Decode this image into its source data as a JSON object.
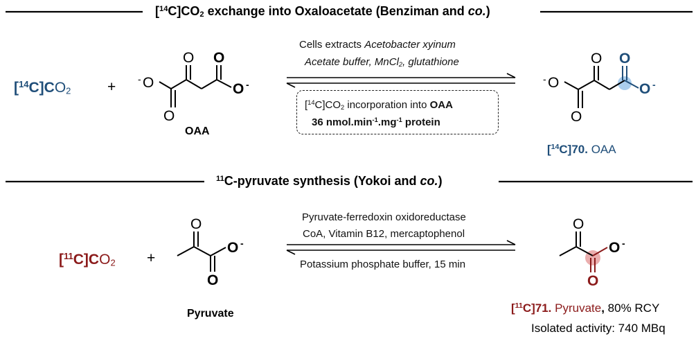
{
  "colors": {
    "label_blue": "#1f4e79",
    "label_red": "#8b1a1a",
    "highlight_blue": "#9cc6ea",
    "highlight_red": "#e8a0a0"
  },
  "section1": {
    "title_iso": "14",
    "title_pre": "[",
    "title_c": "C]CO",
    "title_sub": "2",
    "title_rest": " exchange into Oxaloacetate (Benziman and ",
    "title_co": "co.",
    "title_close": ")",
    "reactant_iso": "14",
    "reactant_bracket": "[",
    "reactant_c": "C]C",
    "reactant_o": "O",
    "reactant_sub": "2",
    "plus": "+",
    "reactant2_name": "OAA",
    "cond1_pre": "Cells extracts ",
    "cond1_organism": "Acetobacter xyinum",
    "cond2_pre": "Acetate buffer, MnCl",
    "cond2_sub": "2",
    "cond2_post": ", glutathione",
    "box_line1_bracket": "[",
    "box_line1_iso": "14",
    "box_line1_c": "C]CO",
    "box_line1_sub": "2",
    "box_line1_text": " incorporation into ",
    "box_line1_bold": "OAA",
    "box_line2_a": "36 nmol.min",
    "box_line2_sup1": "-1",
    "box_line2_b": ".mg",
    "box_line2_sup2": "-1",
    "box_line2_c": " protein",
    "product_bracket": "[",
    "product_iso": "14",
    "product_num": "C]70.",
    "product_name": " OAA"
  },
  "section2": {
    "title_iso": "11",
    "title_rest": "C-pyruvate synthesis (Yokoi and ",
    "title_co": "co.",
    "title_close": ")",
    "reactant_bracket": "[",
    "reactant_iso": "11",
    "reactant_c": "C]C",
    "reactant_o": "O",
    "reactant_sub": "2",
    "plus": "+",
    "reactant2_name": "Pyruvate",
    "cond1": "Pyruvate-ferredoxin oxidoreductase",
    "cond2": "CoA, Vitamin B12, mercaptophenol",
    "cond3": "Potassium phosphate buffer, 15 min",
    "product_bracket": "[",
    "product_iso": "11",
    "product_num": "C]71.",
    "product_name": " Pyruvate",
    "product_comma": ",",
    "product_yield": " 80% RCY",
    "activity": "Isolated activity: 740 MBq"
  },
  "atoms": {
    "oxygen": "O",
    "minus": "-"
  }
}
